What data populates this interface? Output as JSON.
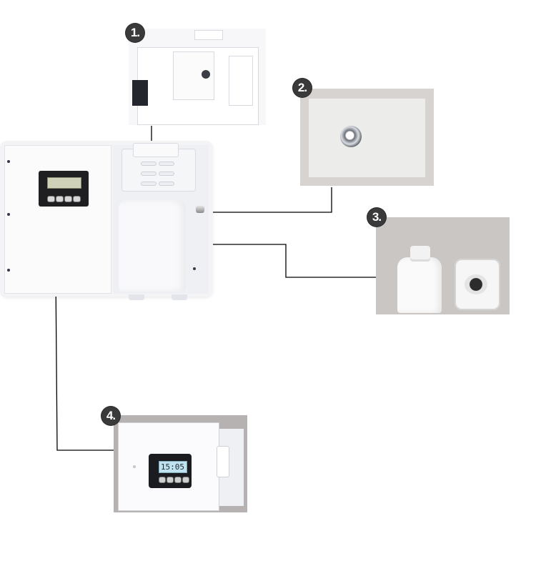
{
  "callouts": [
    {
      "number": "1.",
      "subject": "holder-bracket"
    },
    {
      "number": "2.",
      "subject": "side-knob"
    },
    {
      "number": "3.",
      "subject": "scent-bottle"
    },
    {
      "number": "4.",
      "subject": "lcd-control-panel"
    }
  ],
  "detail_4": {
    "lcd_reading": "15:05"
  },
  "colors": {
    "badge": "#3a3a3a",
    "connector": "#000000",
    "device_body": "#f4f4f7",
    "photo_frame": "#cfcbc9"
  }
}
